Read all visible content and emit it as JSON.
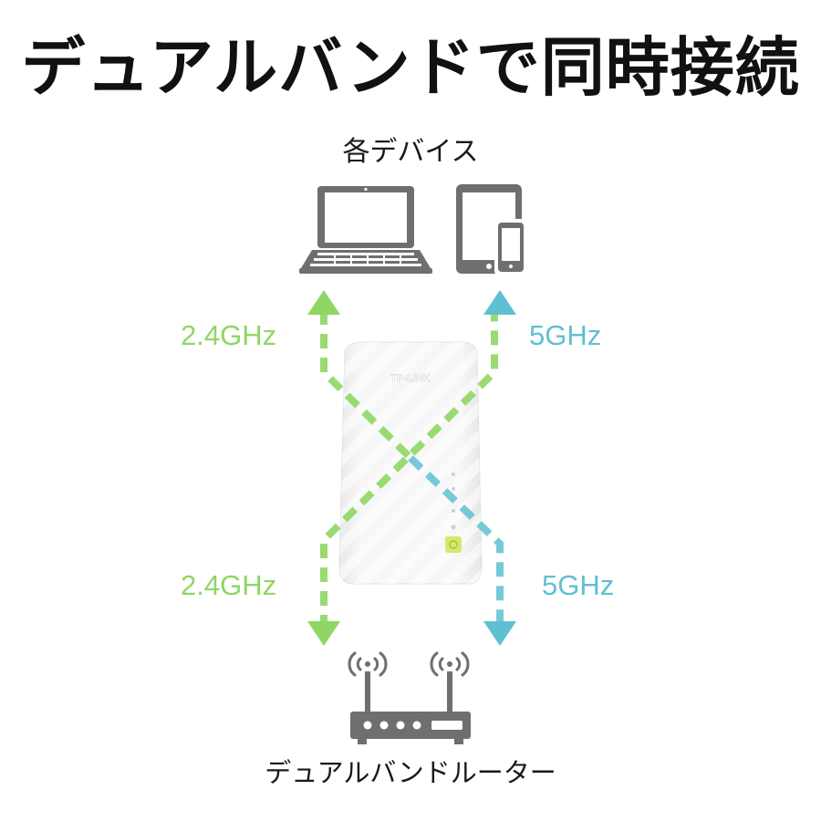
{
  "headline": "デュアルバンドで同時接続",
  "devices_label": "各デバイス",
  "router_label": "デュアルバンドルーター",
  "extender_brand": "TP-LINK",
  "bands": {
    "top_left": "2.4GHz",
    "top_right": "5GHz",
    "bottom_left": "2.4GHz",
    "bottom_right": "5GHz"
  },
  "colors": {
    "band_24": "#8fd664",
    "band_5": "#5fc0d2",
    "icon_gray": "#6f6f6f",
    "extender_body": "#f4f4f4"
  },
  "icons": {
    "laptop": "laptop-icon",
    "tablet_phone": "tablet-phone-icon",
    "router": "router-icon",
    "extender": "extender-device"
  }
}
